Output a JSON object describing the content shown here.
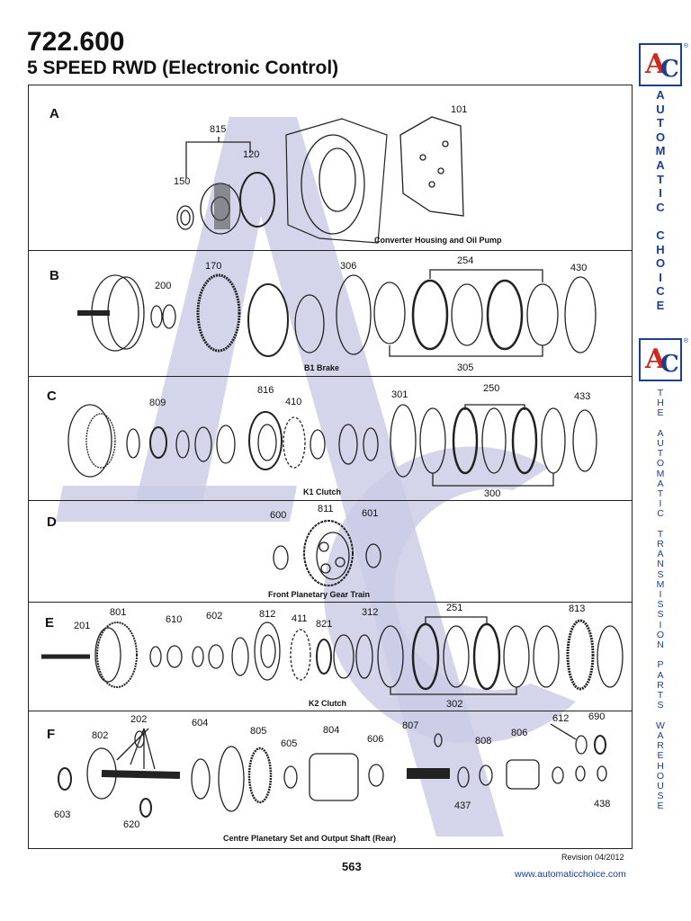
{
  "header": {
    "title": "722.600",
    "subtitle": "5 SPEED RWD (Electronic Control)"
  },
  "sections": [
    {
      "letter": "A",
      "caption": "Converter Housing and Oil Pump",
      "parts": [
        "815",
        "120",
        "150",
        "101"
      ]
    },
    {
      "letter": "B",
      "caption": "B1 Brake",
      "parts": [
        "170",
        "200",
        "306",
        "254",
        "430",
        "305"
      ]
    },
    {
      "letter": "C",
      "caption": "K1 Clutch",
      "parts": [
        "816",
        "809",
        "410",
        "301",
        "250",
        "433",
        "300"
      ]
    },
    {
      "letter": "D",
      "caption": "Front Planetary Gear Train",
      "parts": [
        "600",
        "811",
        "601"
      ]
    },
    {
      "letter": "E",
      "caption": "K2 Clutch",
      "parts": [
        "801",
        "201",
        "610",
        "602",
        "812",
        "411",
        "821",
        "312",
        "251",
        "813",
        "302"
      ]
    },
    {
      "letter": "F",
      "caption": "Centre Planetary Set and Output Shaft (Rear)",
      "parts": [
        "202",
        "802",
        "604",
        "805",
        "804",
        "605",
        "606",
        "807",
        "808",
        "806",
        "612",
        "690",
        "603",
        "620",
        "437",
        "438"
      ]
    }
  ],
  "sidebar": {
    "logo_a": "A",
    "logo_c": "C",
    "logo_mark": "®",
    "vertical_top": [
      "A",
      "U",
      "T",
      "O",
      "M",
      "A",
      "T",
      "I",
      "C",
      "",
      "C",
      "H",
      "O",
      "I",
      "C",
      "E"
    ],
    "vertical_bottom": [
      "T",
      "H",
      "E",
      "",
      "A",
      "U",
      "T",
      "O",
      "M",
      "A",
      "T",
      "I",
      "C",
      "",
      "T",
      "R",
      "A",
      "N",
      "S",
      "M",
      "I",
      "S",
      "S",
      "I",
      "O",
      "N",
      "",
      "P",
      "A",
      "R",
      "T",
      "S",
      "",
      "W",
      "A",
      "R",
      "E",
      "H",
      "O",
      "U",
      "S",
      "E"
    ]
  },
  "footer": {
    "revision": "Revision 04/2012",
    "page_number": "563",
    "website": "www.automaticchoice.com"
  },
  "colors": {
    "watermark": "#c9cbe6",
    "brand_blue": "#1a3f8f",
    "brand_red": "#d0281e"
  }
}
